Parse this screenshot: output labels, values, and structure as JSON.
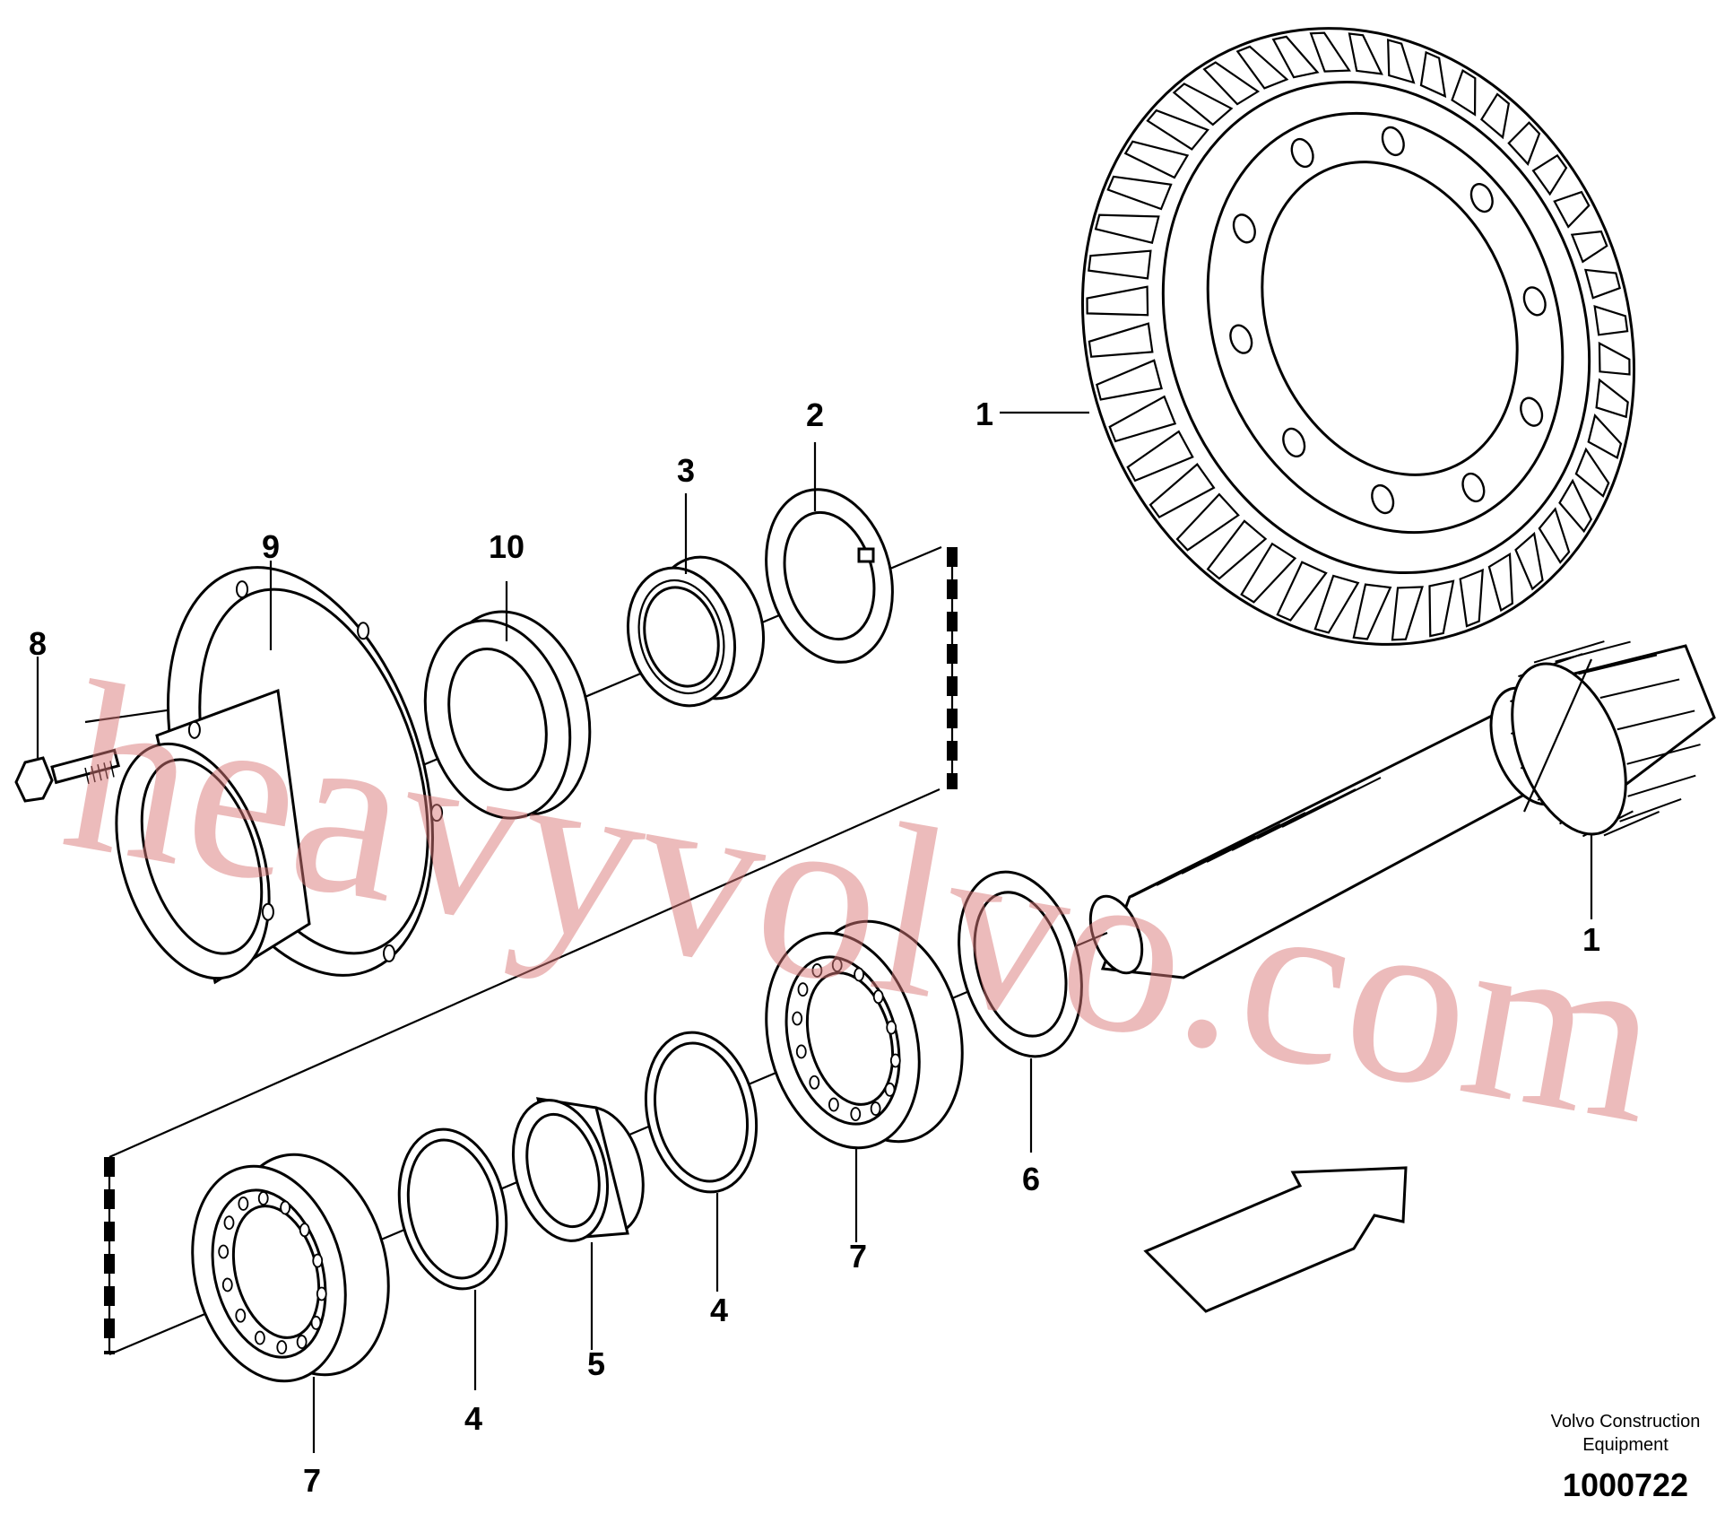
{
  "callouts": {
    "ring_gear": "1",
    "pinion": "1",
    "washer_top": "2",
    "nut": "3",
    "washer_left": "4",
    "washer_mid": "4",
    "sleeve": "5",
    "shim": "6",
    "bearing_left": "7",
    "bearing_mid": "7",
    "bolt": "8",
    "flange": "9",
    "seal": "10"
  },
  "caption": {
    "line1": "Volvo Construction",
    "line2": "Equipment",
    "number": "1000722"
  },
  "watermark": "heavyvolvo.com",
  "colors": {
    "line": "#000000",
    "watermark": "#da7878"
  },
  "icons": [
    "assembly-direction-arrow"
  ]
}
